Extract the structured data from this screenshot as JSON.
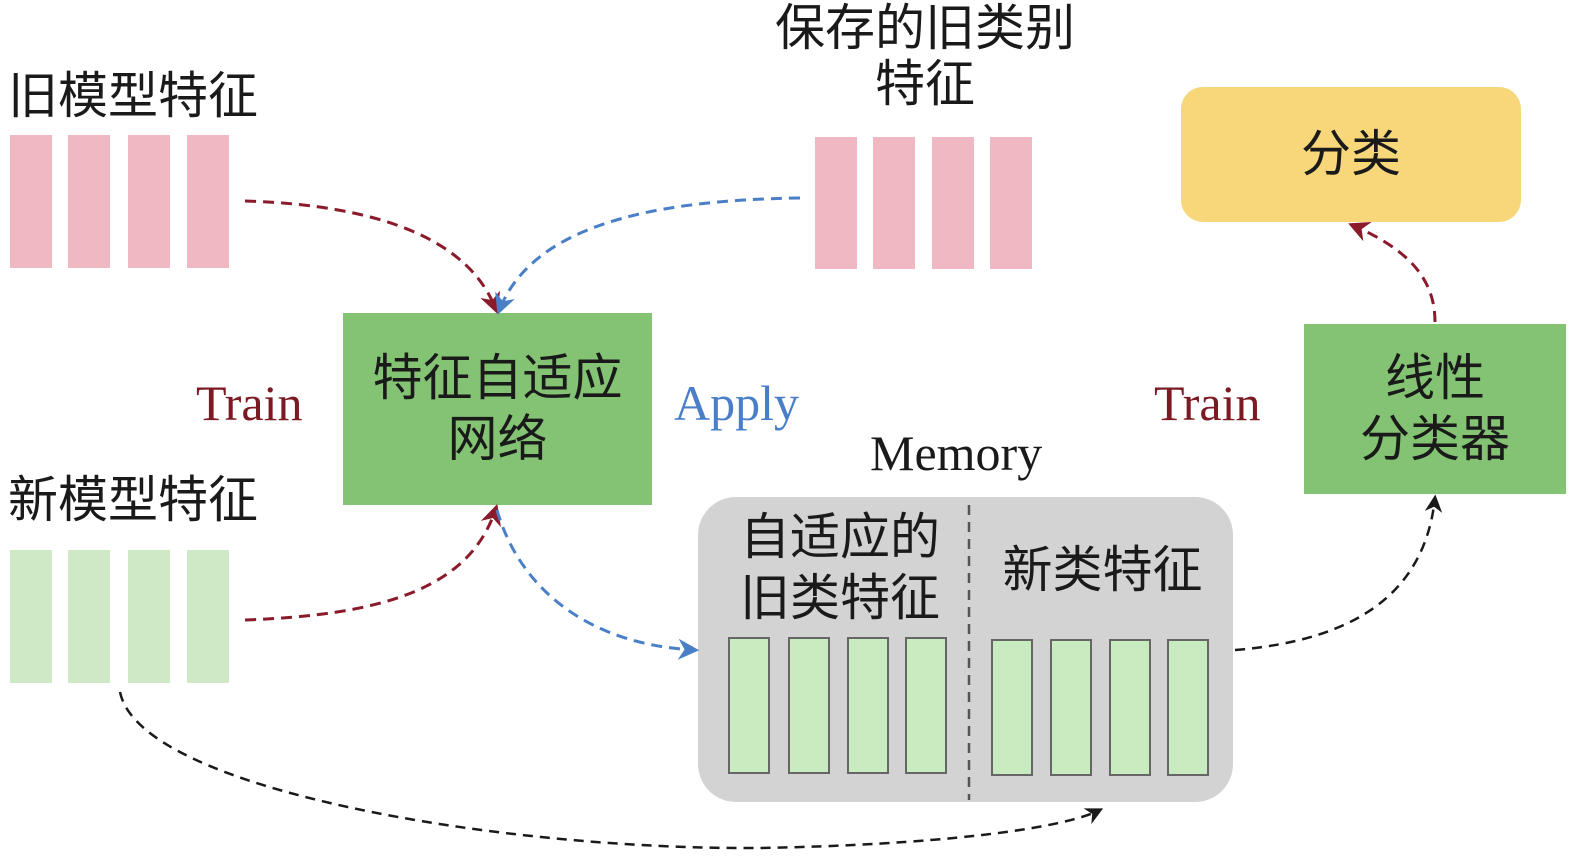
{
  "labels": {
    "old_model_features": "旧模型特征",
    "saved_old_class_features": [
      "保存的旧类别",
      "特征"
    ],
    "new_model_features": "新模型特征",
    "train_left": "Train",
    "apply": "Apply",
    "memory": "Memory",
    "train_right": "Train"
  },
  "boxes": {
    "feature_adaptation_network": [
      "特征自适应",
      "网络"
    ],
    "linear_classifier": [
      "线性",
      "分类器"
    ],
    "classification": "分类",
    "memory_adapted_old": [
      "自适应的",
      "旧类特征"
    ],
    "memory_new": "新类特征"
  },
  "colors": {
    "old_feature_bar": "#f0b8c2",
    "new_feature_bar": "#cfe8c6",
    "memory_bar": "#c9ebc0",
    "green_box": "#83c373",
    "yellow_box": "#f7d77a",
    "memory_panel": "#d3d3d3",
    "arrow_red": "#8b1a2a",
    "arrow_blue": "#4a7fc7",
    "arrow_black": "#1a1a1a",
    "train_text": "#7b1a22",
    "apply_text": "#4a7fc7"
  }
}
